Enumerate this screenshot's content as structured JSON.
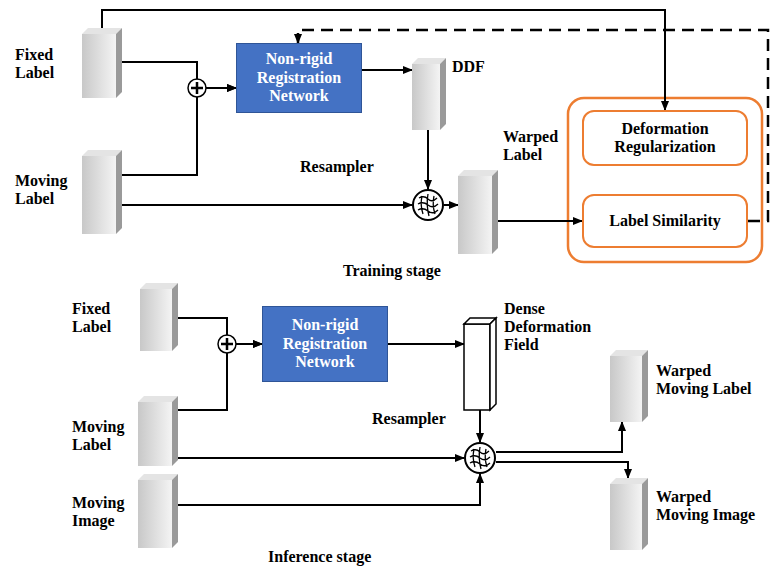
{
  "diagram": {
    "nodes": [
      {
        "text": [
          "Fixed Label"
        ]
      },
      {
        "text": [
          "Non-rigid Registration Network"
        ]
      },
      {
        "text": [
          "DDF"
        ]
      },
      {
        "text": [
          "Moving Label"
        ]
      },
      {
        "text": [
          "Resampler"
        ]
      },
      {
        "text": [
          "Warped Label"
        ]
      },
      {
        "text": [
          "Deformation Regularization"
        ]
      },
      {
        "text": [
          "Label Similarity"
        ]
      },
      {
        "text": [
          "Fixed Label"
        ]
      },
      {
        "text": [
          "Non-rigid Registration Network"
        ]
      },
      {
        "text": [
          "Dense Deformation Field"
        ]
      },
      {
        "text": [
          "Warped Moving Label"
        ]
      },
      {
        "text": [
          "Moving Label"
        ]
      },
      {
        "text": [
          "Resampler"
        ]
      },
      {
        "text": [
          "Moving Image"
        ]
      },
      {
        "text": [
          "Warped Moving Image"
        ]
      }
    ],
    "edges": [
      {
        "from": 0,
        "to": 1,
        "arrow": "to"
      },
      {
        "from": 3,
        "to": 1,
        "arrow": "to"
      },
      {
        "from": 1,
        "to": 2,
        "arrow": "to"
      },
      {
        "from": 2,
        "to": 4,
        "arrow": "to"
      },
      {
        "from": 3,
        "to": 4,
        "arrow": "to"
      },
      {
        "from": 4,
        "to": 5,
        "arrow": "to"
      },
      {
        "from": 5,
        "to": 7,
        "arrow": "to"
      },
      {
        "from": 0,
        "to": 6,
        "arrow": "to"
      },
      {
        "from": 7,
        "to": 1,
        "arrow": "to"
      },
      {
        "from": 8,
        "to": 9,
        "arrow": "to"
      },
      {
        "from": 12,
        "to": 9,
        "arrow": "to"
      },
      {
        "from": 9,
        "to": 10,
        "arrow": "to"
      },
      {
        "from": 10,
        "to": 13,
        "arrow": "to"
      },
      {
        "from": 12,
        "to": 13,
        "arrow": "to"
      },
      {
        "from": 14,
        "to": 13,
        "arrow": "to"
      },
      {
        "from": 13,
        "to": 11,
        "arrow": "to"
      },
      {
        "from": 13,
        "to": 15,
        "arrow": "to"
      }
    ],
    "labels": [
      "Training stage",
      "Inference stage"
    ]
  }
}
